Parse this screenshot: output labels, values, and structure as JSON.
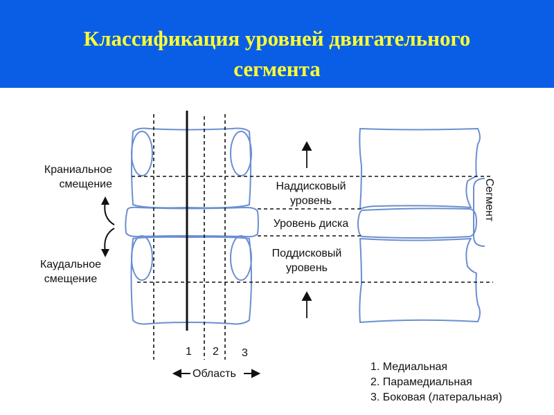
{
  "title_line1": "Классификация уровней двигательного",
  "title_line2": "сегмента",
  "labels": {
    "cranial_line1": "Краниальное",
    "cranial_line2": "смещение",
    "caudal_line1": "Каудальное",
    "caudal_line2": "смещение",
    "suprадисковый": "",
    "supra_line1": "Наддисковый",
    "supra_line2": "уровень",
    "disc": "Уровень диска",
    "infra_line1": "Поддисковый",
    "infra_line2": "уровень",
    "segment": "Сегмент",
    "zone1": "1",
    "zone2": "2",
    "zone3": "3",
    "area": "Область"
  },
  "legend": [
    "1. Медиальная",
    "2. Парамедиальная",
    "3. Боковая (латеральная)"
  ],
  "colors": {
    "header_bg": "#0a5ee6",
    "title": "#ffff33",
    "outline": "#6a8ed0"
  }
}
